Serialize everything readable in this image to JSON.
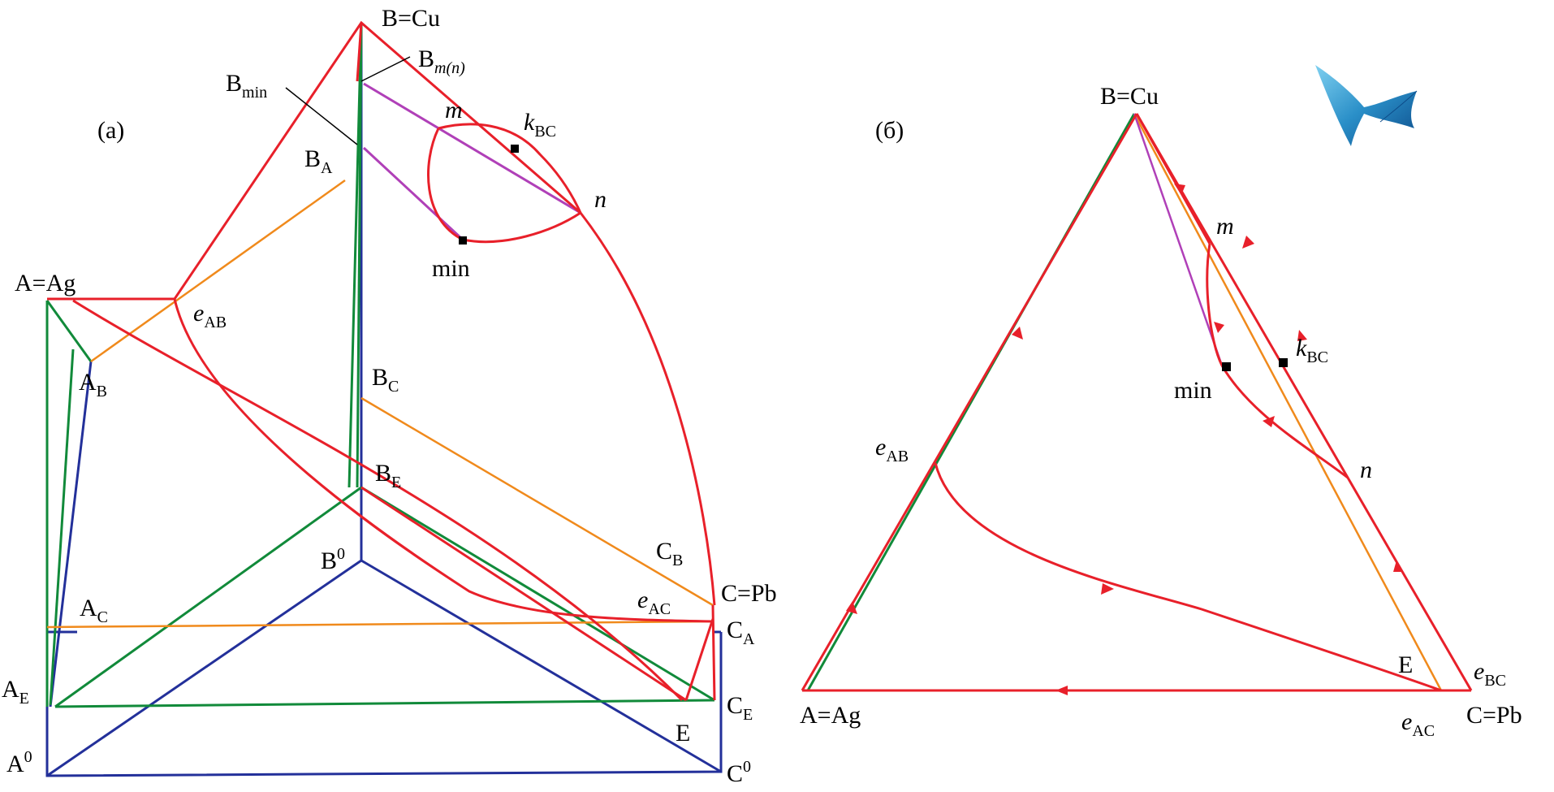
{
  "panel_a": {
    "caption": "(a)",
    "labels": {
      "B": "B=Cu",
      "A": "A=Ag",
      "C": "C=Pb",
      "B_min_main": "B",
      "B_min_sub": "min",
      "B_mn_main": "B",
      "B_mn_sub": "m(n)",
      "B_A_main": "B",
      "B_A_sub": "A",
      "B_C_main": "B",
      "B_C_sub": "C",
      "B_E_main": "B",
      "B_E_sub": "E",
      "B0_main": "B",
      "B0_sup": "0",
      "A_B_main": "A",
      "A_B_sub": "B",
      "A_C_main": "A",
      "A_C_sub": "C",
      "A_E_main": "A",
      "A_E_sub": "E",
      "A0_main": "A",
      "A0_sup": "0",
      "C_B_main": "C",
      "C_B_sub": "B",
      "C_A_main": "C",
      "C_A_sub": "A",
      "C_E_main": "C",
      "C_E_sub": "E",
      "C0_main": "C",
      "C0_sup": "0",
      "e_AB_main": "e",
      "e_AB_sub": "AB",
      "e_AC_main": "e",
      "e_AC_sub": "AC",
      "k_BC_main": "k",
      "k_BC_sub": "BC",
      "m": "m",
      "n": "n",
      "min": "min",
      "E": "E"
    }
  },
  "panel_b": {
    "caption": "(б)",
    "labels": {
      "B": "B=Cu",
      "A": "A=Ag",
      "C": "C=Pb",
      "m": "m",
      "n": "n",
      "min": "min",
      "E": "E",
      "k_BC_main": "k",
      "k_BC_sub": "BC",
      "e_AB_main": "e",
      "e_AB_sub": "AB",
      "e_BC_main": "e",
      "e_BC_sub": "BC",
      "e_AC_main": "e",
      "e_AC_sub": "AC"
    }
  },
  "colors": {
    "red": "#e8202a",
    "green": "#118a3a",
    "blue": "#23309a",
    "orange": "#f08a1c",
    "purple": "#b040b8",
    "black": "#000000"
  },
  "icon": "saddle-surface-icon"
}
